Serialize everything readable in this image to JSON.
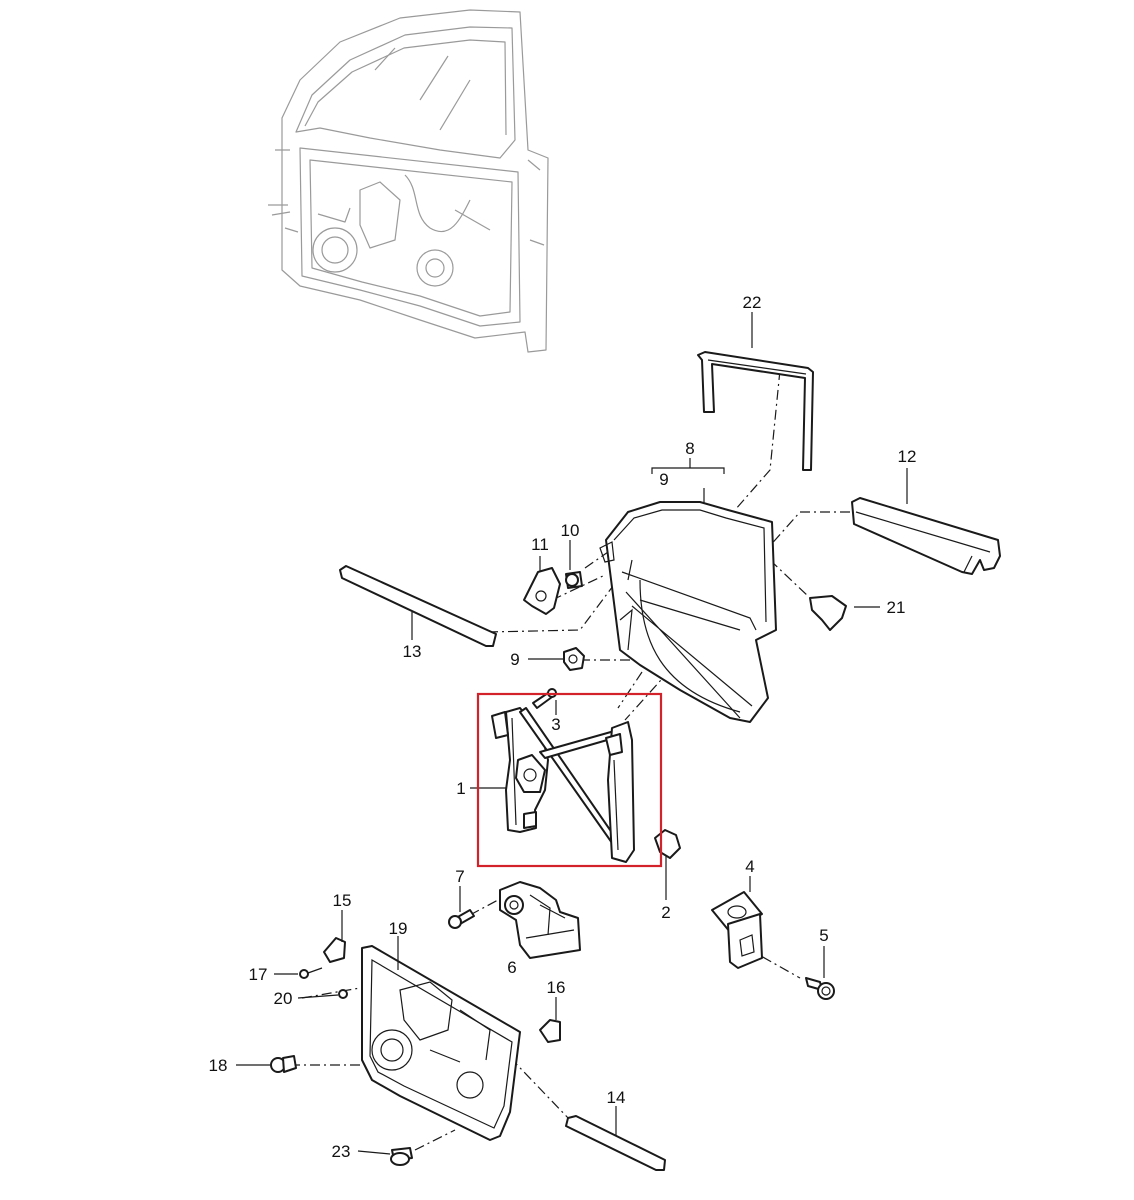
{
  "highlight_color": "#d3222a",
  "callouts": {
    "c1": "1",
    "c2": "2",
    "c3": "3",
    "c4": "4",
    "c5": "5",
    "c6": "6",
    "c7": "7",
    "c8": "8",
    "c9_bracket": "9",
    "c9": "9",
    "c10": "10",
    "c11": "11",
    "c12": "12",
    "c13": "13",
    "c14": "14",
    "c15": "15",
    "c16": "16",
    "c17": "17",
    "c18": "18",
    "c19": "19",
    "c20": "20",
    "c21": "21",
    "c22": "22",
    "c23": "23"
  }
}
